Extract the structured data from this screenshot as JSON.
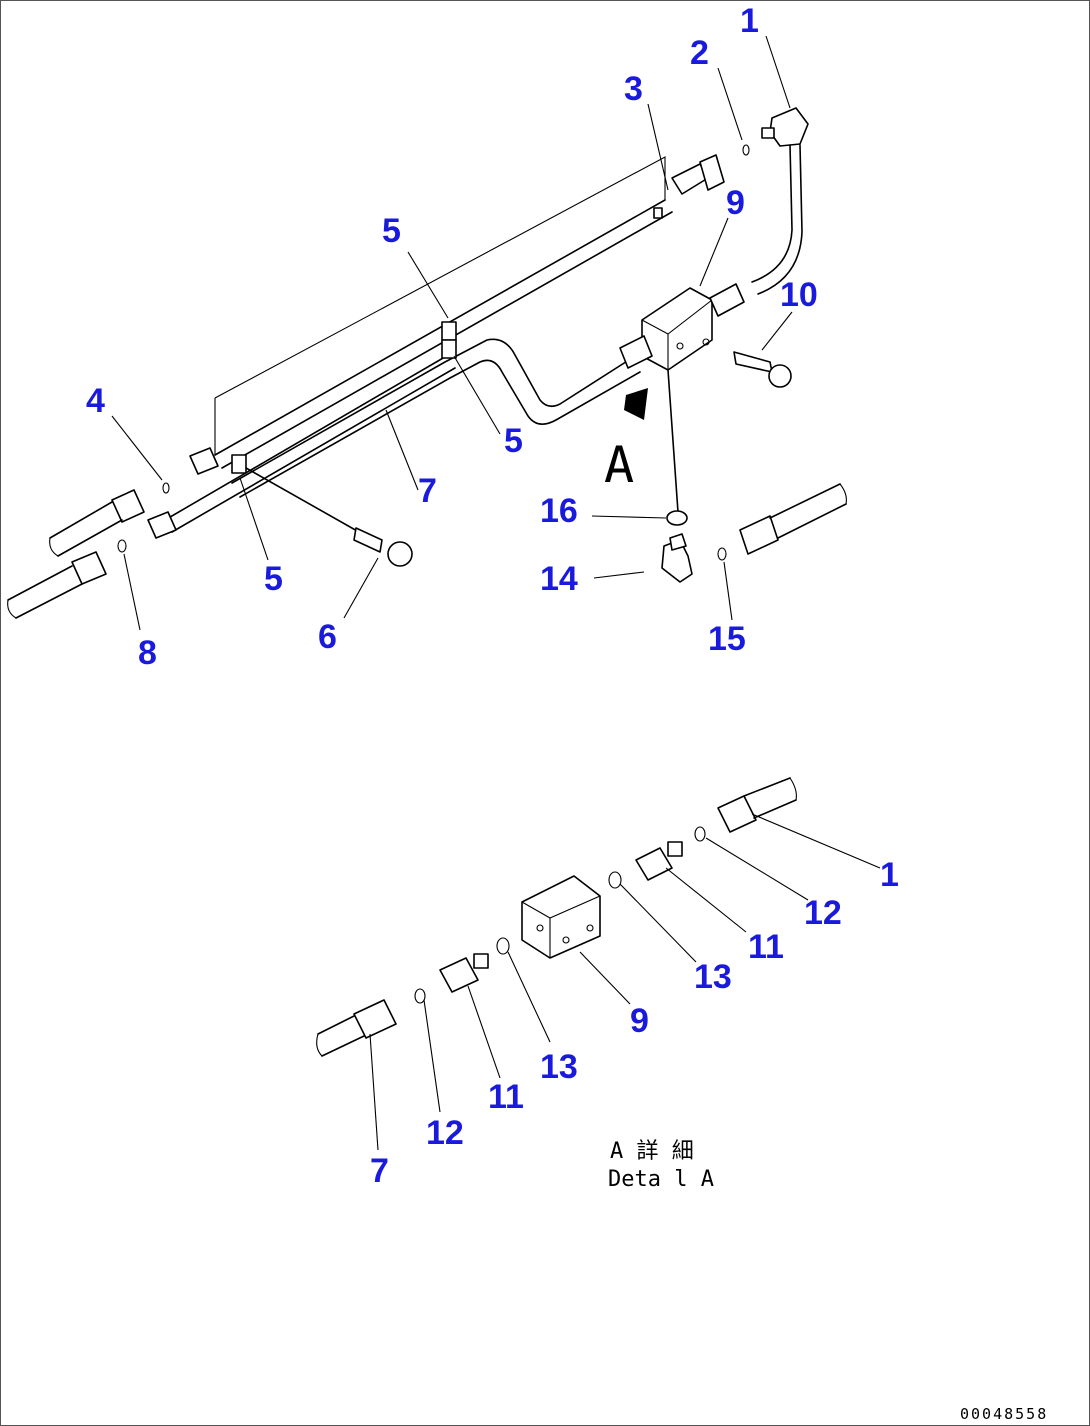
{
  "colors": {
    "label": "#1a1adc",
    "line": "#000000"
  },
  "callouts_top": [
    {
      "id": "c1",
      "text": "1"
    },
    {
      "id": "c2",
      "text": "2"
    },
    {
      "id": "c3",
      "text": "3"
    },
    {
      "id": "c9",
      "text": "9"
    },
    {
      "id": "c5a",
      "text": "5"
    },
    {
      "id": "c10",
      "text": "10"
    },
    {
      "id": "c4",
      "text": "4"
    },
    {
      "id": "c5b",
      "text": "5"
    },
    {
      "id": "c7",
      "text": "7"
    },
    {
      "id": "c16",
      "text": "16"
    },
    {
      "id": "c14",
      "text": "14"
    },
    {
      "id": "c5c",
      "text": "5"
    },
    {
      "id": "c6",
      "text": "6"
    },
    {
      "id": "c8",
      "text": "8"
    },
    {
      "id": "c15",
      "text": "15"
    }
  ],
  "callouts_detail": [
    {
      "id": "d1",
      "text": "1"
    },
    {
      "id": "d12a",
      "text": "12"
    },
    {
      "id": "d11a",
      "text": "11"
    },
    {
      "id": "d13a",
      "text": "13"
    },
    {
      "id": "d9",
      "text": "9"
    },
    {
      "id": "d13b",
      "text": "13"
    },
    {
      "id": "d11b",
      "text": "11"
    },
    {
      "id": "d12b",
      "text": "12"
    },
    {
      "id": "d7",
      "text": "7"
    }
  ],
  "view_marker": "A",
  "detail_caption_jp": "A 詳 細",
  "detail_caption_en": "Deta l A",
  "drawing_number": "00048558"
}
